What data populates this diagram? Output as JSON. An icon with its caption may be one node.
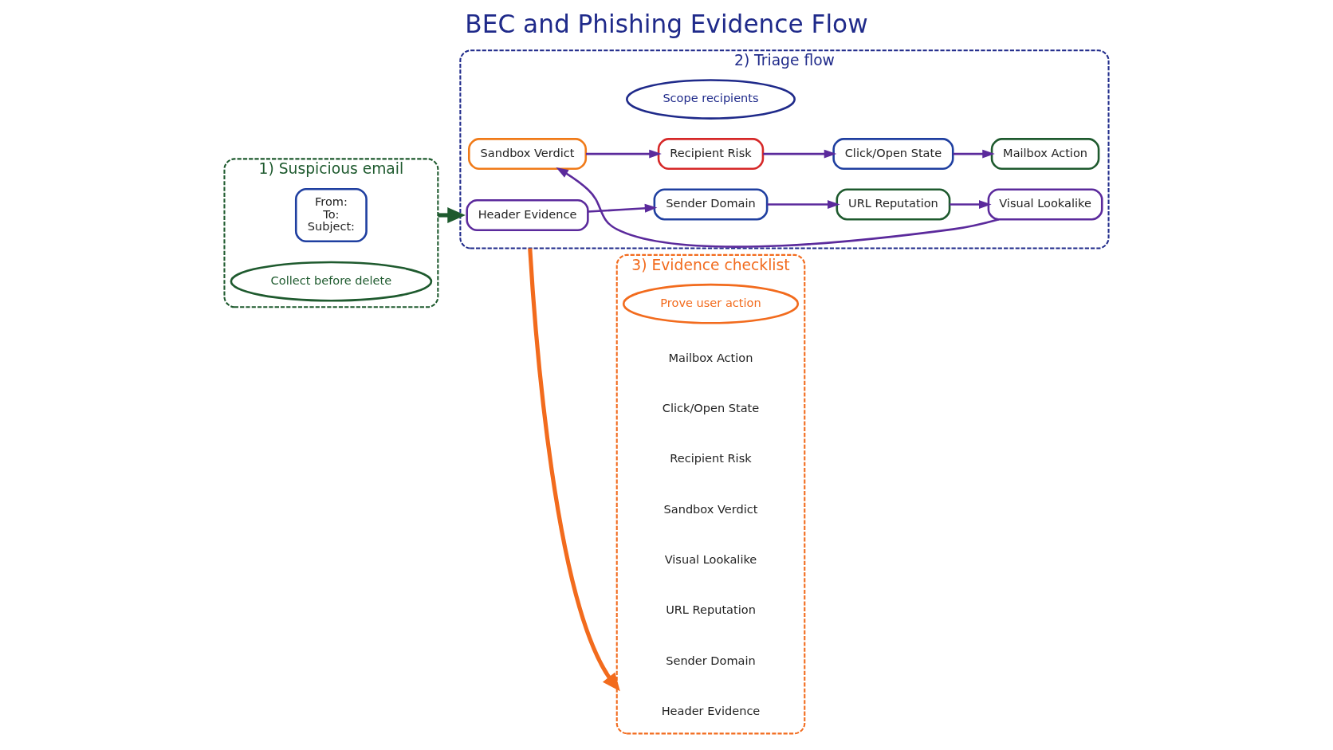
{
  "diagram": {
    "title": "BEC and Phishing Evidence Flow",
    "nodes": [
      {
        "text": [
          "1) Suspicious email"
        ]
      },
      {
        "text": [
          "From:",
          "To:",
          "Subject:"
        ],
        "in": 0
      },
      {
        "text": [
          "Collect before delete"
        ],
        "in": 0
      },
      {
        "text": [
          "2) Triage flow"
        ]
      },
      {
        "text": [
          "Header Evidence"
        ],
        "in": 3
      },
      {
        "text": [
          "Sender Domain"
        ],
        "in": 3
      },
      {
        "text": [
          "URL Reputation"
        ],
        "in": 3
      },
      {
        "text": [
          "Visual Lookalike"
        ],
        "in": 3
      },
      {
        "text": [
          "Sandbox Verdict"
        ],
        "in": 3
      },
      {
        "text": [
          "Recipient Risk"
        ],
        "in": 3
      },
      {
        "text": [
          "Click/Open State"
        ],
        "in": 3
      },
      {
        "text": [
          "Mailbox Action"
        ],
        "in": 3
      },
      {
        "text": [
          "Scope recipients"
        ],
        "in": 3
      },
      {
        "text": [
          "3) Evidence checklist"
        ]
      },
      {
        "text": [
          "Header Evidence"
        ],
        "in": 13
      },
      {
        "text": [
          "Sender Domain"
        ],
        "in": 13
      },
      {
        "text": [
          "URL Reputation"
        ],
        "in": 13
      },
      {
        "text": [
          "Visual Lookalike"
        ],
        "in": 13
      },
      {
        "text": [
          "Sandbox Verdict"
        ],
        "in": 13
      },
      {
        "text": [
          "Recipient Risk"
        ],
        "in": 13
      },
      {
        "text": [
          "Click/Open State"
        ],
        "in": 13
      },
      {
        "text": [
          "Mailbox Action"
        ],
        "in": 13
      },
      {
        "text": [
          "Prove user action"
        ],
        "in": 13
      }
    ],
    "edges": [
      {
        "from": 0,
        "to": 3,
        "arrow": "to",
        "style": "thick",
        "color": "#1e5a2e"
      },
      {
        "from": 4,
        "to": 5,
        "arrow": "to"
      },
      {
        "from": 5,
        "to": 6,
        "arrow": "to"
      },
      {
        "from": 6,
        "to": 7,
        "arrow": "to"
      },
      {
        "from": 7,
        "to": 8,
        "arrow": "to"
      },
      {
        "from": 8,
        "to": 9,
        "arrow": "to"
      },
      {
        "from": 9,
        "to": 10,
        "arrow": "to"
      },
      {
        "from": 10,
        "to": 11,
        "arrow": "to"
      },
      {
        "from": 3,
        "to": 13,
        "arrow": "to",
        "style": "thick",
        "color": "#f26b1d"
      }
    ]
  }
}
